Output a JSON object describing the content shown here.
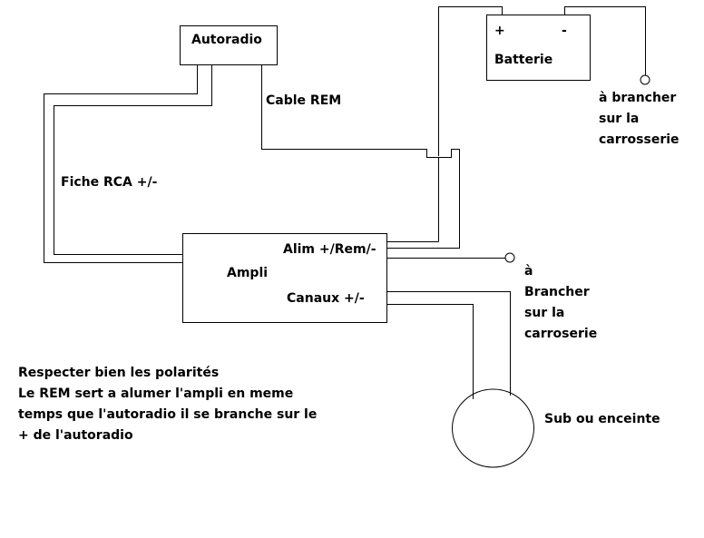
{
  "colors": {
    "line": "#000000",
    "background": "#ffffff",
    "text": "#000000"
  },
  "components": {
    "autoradio": "Autoradio",
    "batterie": "Batterie",
    "batterie_plus": "+",
    "batterie_minus": "-",
    "ampli": "Ampli",
    "alim": "Alim +/Rem/-",
    "canaux": "Canaux +/-",
    "sub": "Sub ou enceinte"
  },
  "wires": {
    "cable_rem": "Cable REM",
    "fiche_rca": "Fiche RCA +/-"
  },
  "ground_batterie": [
    "à brancher",
    "sur la",
    "carrosserie"
  ],
  "ground_ampli": [
    "à",
    "Brancher",
    "sur la",
    "carroserie"
  ],
  "notes": [
    "Respecter bien les polarités",
    "Le REM sert a alumer l'ampli en meme",
    "temps que l'autoradio il se branche sur le",
    "+ de l'autoradio"
  ]
}
